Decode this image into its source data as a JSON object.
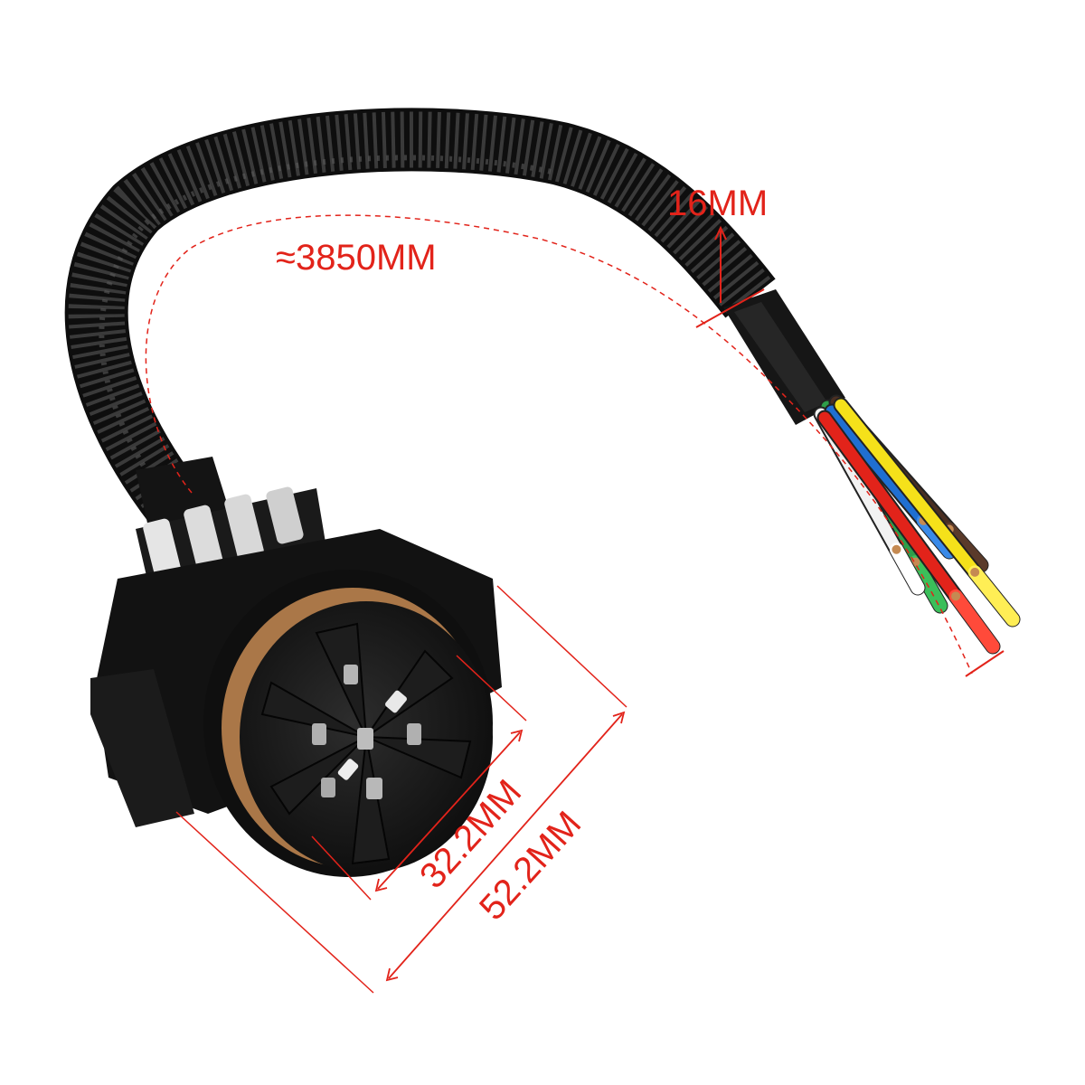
{
  "dimensions": {
    "cable_length": "≈3850MM",
    "cable_diameter": "16MM",
    "inner_diameter": "32.2MM",
    "outer_width": "52.2MM"
  },
  "colors": {
    "dimension_red": "#e2231a",
    "plastic_black": "#111111",
    "plastic_grey": "#2a2a2a",
    "copper": "#c58a52",
    "white_clip": "#e9e9e9"
  },
  "wires": [
    {
      "color": "#2e9e4a",
      "tip": "#3bbf5a"
    },
    {
      "color": "#f2f2f2",
      "tip": "#ffffff"
    },
    {
      "color": "#4a2f22",
      "tip": "#5a3a2a"
    },
    {
      "color": "#1f6fd1",
      "tip": "#3a8ae8"
    },
    {
      "color": "#e2231a",
      "tip": "#ff4a3a"
    },
    {
      "color": "#f5e11a",
      "tip": "#ffee55"
    }
  ]
}
